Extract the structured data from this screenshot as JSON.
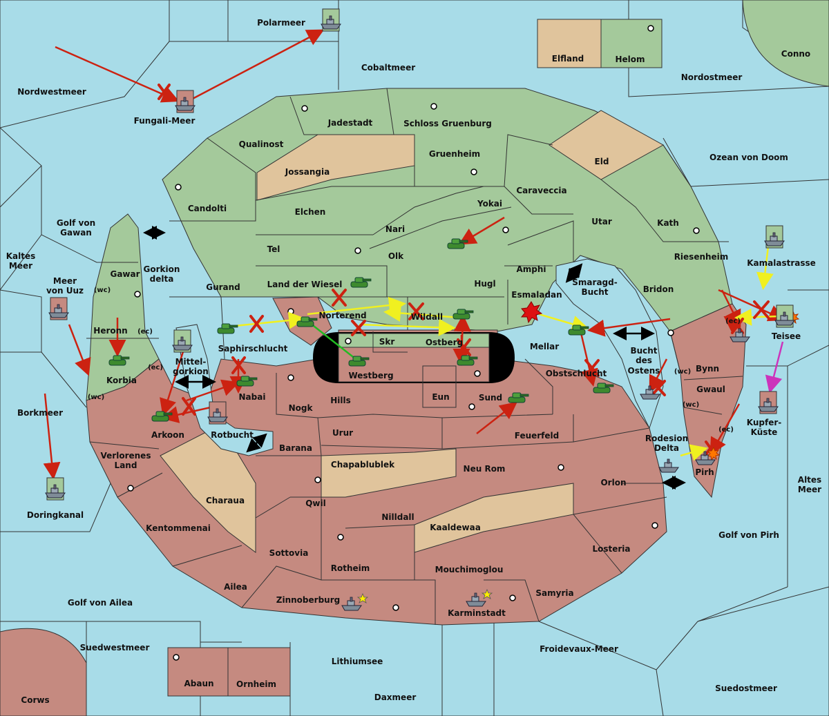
{
  "colors": {
    "sea": "#a8dce8",
    "green_power": "#a4c99b",
    "red_power": "#c58a80",
    "neutral": "#e0c49c",
    "move_order": "#cc2211",
    "support_order": "#f0f020",
    "convoy_order": "#cc33bb",
    "hold_order": "#22bb22",
    "capital_star": "#ffee00"
  },
  "icons": {
    "army": "tank-icon",
    "fleet": "ship-icon",
    "supply_center": "dot-icon",
    "home_center": "star-icon",
    "failed": "x-mark-icon",
    "dislodged": "explosion-icon",
    "canal": "double-arrow-icon"
  },
  "seas": {
    "polarmeer": "Polarmeer",
    "cobaltmeer": "Cobaltmeer",
    "nordwestmeer": "Nordwestmeer",
    "fungali_meer": "Fungali-Meer",
    "nordostmeer": "Nordostmeer",
    "conno": "Conno",
    "ozean_von_doom": "Ozean von Doom",
    "golf_von_gawan_1": "Golf von",
    "golf_von_gawan_2": "Gawan",
    "kaltes_meer_1": "Kaltes",
    "kaltes_meer_2": "Meer",
    "meer_von_uuz_1": "Meer",
    "meer_von_uuz_2": "von Uuz",
    "gorkion_delta_1": "Gorkion",
    "gorkion_delta_2": "delta",
    "borkmeer": "Borkmeer",
    "doringkanal": "Doringkanal",
    "rotbucht": "Rotbucht",
    "smaragd_bucht_1": "Smaragd-",
    "smaragd_bucht_2": "Bucht",
    "bucht_des_ostens_1": "Bucht",
    "bucht_des_ostens_2": "des",
    "bucht_des_ostens_3": "Ostens",
    "kamalastrasse": "Kamalastrasse",
    "kupfer_kueste_1": "Kupfer-",
    "kupfer_kueste_2": "Küste",
    "rodesion_delta_1": "Rodesion",
    "rodesion_delta_2": "Delta",
    "altes_meer_1": "Altes",
    "altes_meer_2": "Meer",
    "golf_von_pirh": "Golf von Pirh",
    "golf_von_ailea": "Golf von Ailea",
    "suedwestmeer": "Suedwestmeer",
    "lithiumsee": "Lithiumsee",
    "froidevaux_meer": "Froidevaux-Meer",
    "daxmeer": "Daxmeer",
    "suedostmeer": "Suedostmeer",
    "corws": "Corws"
  },
  "provinces": {
    "elfland": "Elfland",
    "helom": "Helom",
    "jadestadt": "Jadestadt",
    "schloss_gruenburg": "Schloss Gruenburg",
    "qualinost": "Qualinost",
    "jossangia": "Jossangia",
    "gruenheim": "Gruenheim",
    "eld": "Eld",
    "candolti": "Candolti",
    "elchen": "Elchen",
    "caraveccia": "Caraveccia",
    "yokai": "Yokai",
    "nari": "Nari",
    "utar": "Utar",
    "kath": "Kath",
    "tel": "Tel",
    "olk": "Olk",
    "riesenheim": "Riesenheim",
    "gawar": "Gawar",
    "amphi": "Amphi",
    "gurand": "Gurand",
    "land_der_wiesel": "Land der Wiesel",
    "hugl": "Hugl",
    "bridon": "Bridon",
    "esmaladan": "Esmaladan",
    "norterend": "Norterend",
    "wildall": "Wildall",
    "heronn": "Heronn",
    "saphirschlucht": "Saphirschlucht",
    "skr": "Skr",
    "ostberg": "Ostberg",
    "mellar": "Mellar",
    "mittelgorkion_1": "Mittel-",
    "mittelgorkion_2": "gorkion",
    "korbia": "Korbia",
    "westberg": "Westberg",
    "obstschlucht": "Obstschlucht",
    "bynn": "Bynn",
    "teisee": "Teisee",
    "nabai": "Nabai",
    "hills": "Hills",
    "eun": "Eun",
    "sund": "Sund",
    "gwaul": "Gwaul",
    "nogk": "Nogk",
    "arkoon": "Arkoon",
    "urur": "Urur",
    "feuerfeld": "Feuerfeld",
    "barana": "Barana",
    "verlorenes_land_1": "Verlorenes",
    "verlorenes_land_2": "Land",
    "chapablublek": "Chapablublek",
    "neu_rom": "Neu Rom",
    "pirh": "Pirh",
    "orlon": "Orlon",
    "charaua": "Charaua",
    "qwil": "Qwil",
    "nilldall": "Nilldall",
    "kaaldewaa": "Kaaldewaa",
    "kentommenai": "Kentommenai",
    "sottovia": "Sottovia",
    "losteria": "Losteria",
    "rotheim": "Rotheim",
    "mouchimoglou": "Mouchimoglou",
    "ailea": "Ailea",
    "samyria": "Samyria",
    "zinnoberburg": "Zinnoberburg",
    "karminstadt": "Karminstadt",
    "abaun": "Abaun",
    "ornheim": "Ornheim"
  },
  "coasts": {
    "wc": "(wc)",
    "ec": "(ec)"
  }
}
